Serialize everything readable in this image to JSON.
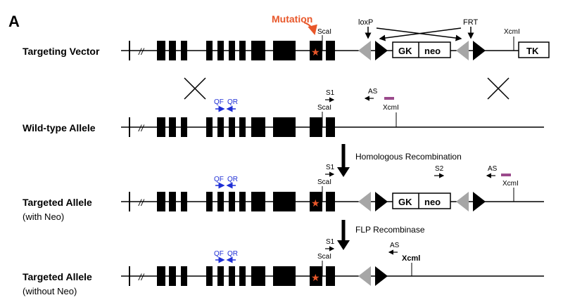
{
  "panel_label": "A",
  "mutation_label": "Mutation",
  "rows": {
    "vector": {
      "label": "Targeting Vector"
    },
    "wildtype": {
      "label": "Wild-type Allele"
    },
    "targeted_neo": {
      "label": "Targeted Allele",
      "sublabel": "(with Neo)"
    },
    "targeted_noneo": {
      "label": "Targeted Allele",
      "sublabel": "(without Neo)"
    }
  },
  "site_labels": {
    "scai": "ScaI",
    "loxp": "loxP",
    "frt": "FRT",
    "xcmi": "XcmI",
    "xcmi_bold": "Xcml"
  },
  "cassette": {
    "gk": "GK",
    "neo": "neo",
    "tk": "TK"
  },
  "break_mark": "//",
  "primers": {
    "qf": "QF",
    "qr": "QR",
    "s1": "S1",
    "s2": "S2",
    "as": "AS"
  },
  "steps": {
    "homologous": "Homologous Recombination",
    "flp": "FLP Recombinase"
  },
  "colors": {
    "primer_blue": "#1f2fd6",
    "mutation_orange": "#e8572a",
    "probe_purple": "#9b4a8c",
    "lox_gray": "#a6a6a6",
    "black": "#000000"
  }
}
